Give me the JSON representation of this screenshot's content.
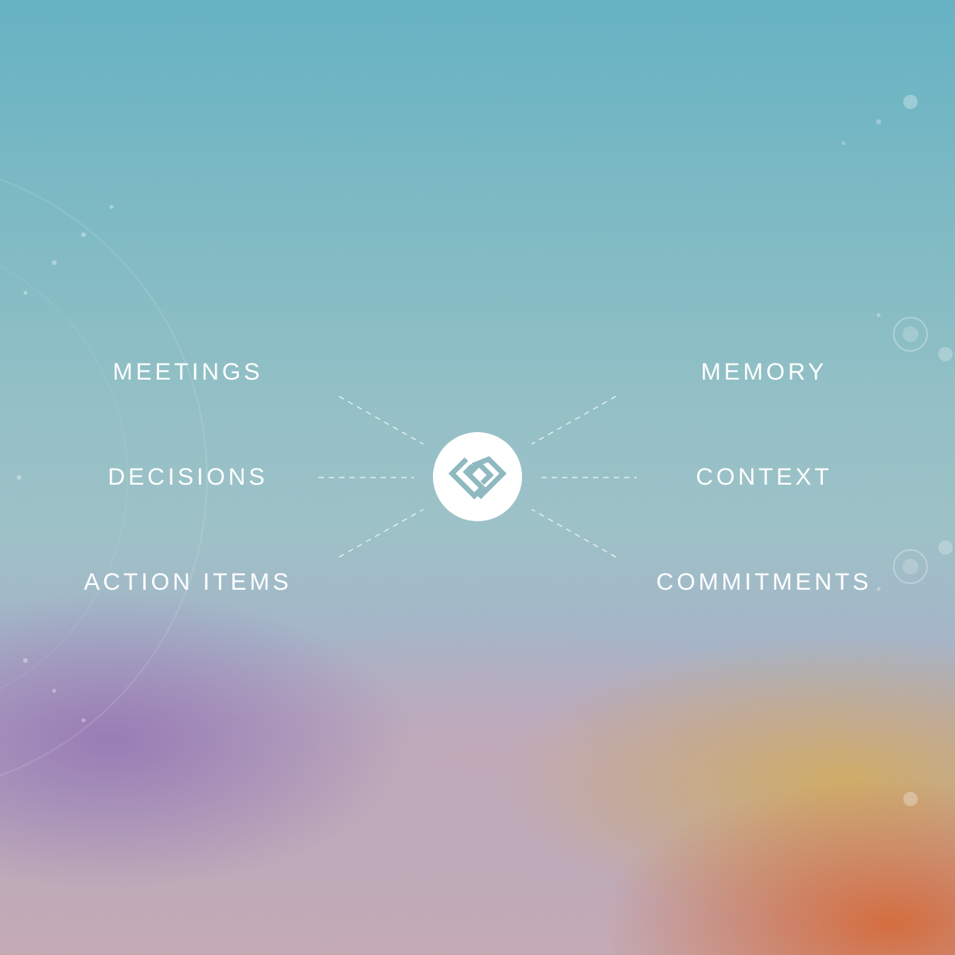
{
  "diagram": {
    "left_items": [
      "MEETINGS",
      "DECISIONS",
      "ACTION ITEMS"
    ],
    "right_items": [
      "MEMORY",
      "CONTEXT",
      "COMMITMENTS"
    ],
    "hub_icon": "brand-logo-icon"
  },
  "colors": {
    "label": "#ffffff",
    "hub_fill": "#ffffff",
    "logo_stroke": "#8fb9c0",
    "connector": "#ffffff"
  }
}
